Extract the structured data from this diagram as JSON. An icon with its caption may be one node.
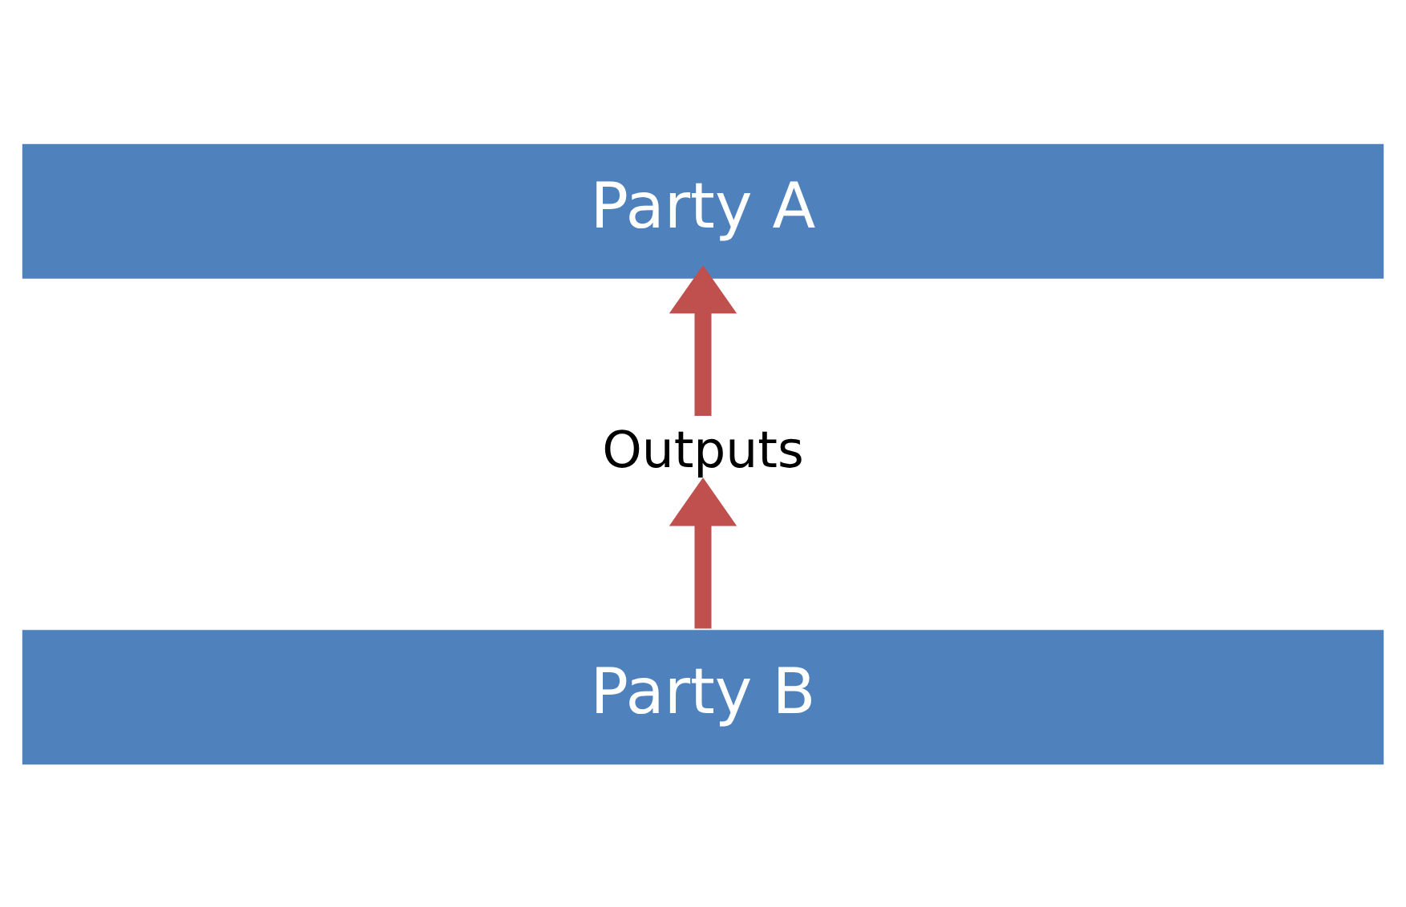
{
  "diagram": {
    "nodes": [
      {
        "text": [
          "Party A"
        ]
      },
      {
        "text": [
          "Outputs"
        ]
      },
      {
        "text": [
          "Party B"
        ]
      }
    ],
    "edges": [
      {
        "from": 2,
        "to": 1,
        "arrow": "to"
      },
      {
        "from": 1,
        "to": 0,
        "arrow": "to"
      }
    ]
  }
}
